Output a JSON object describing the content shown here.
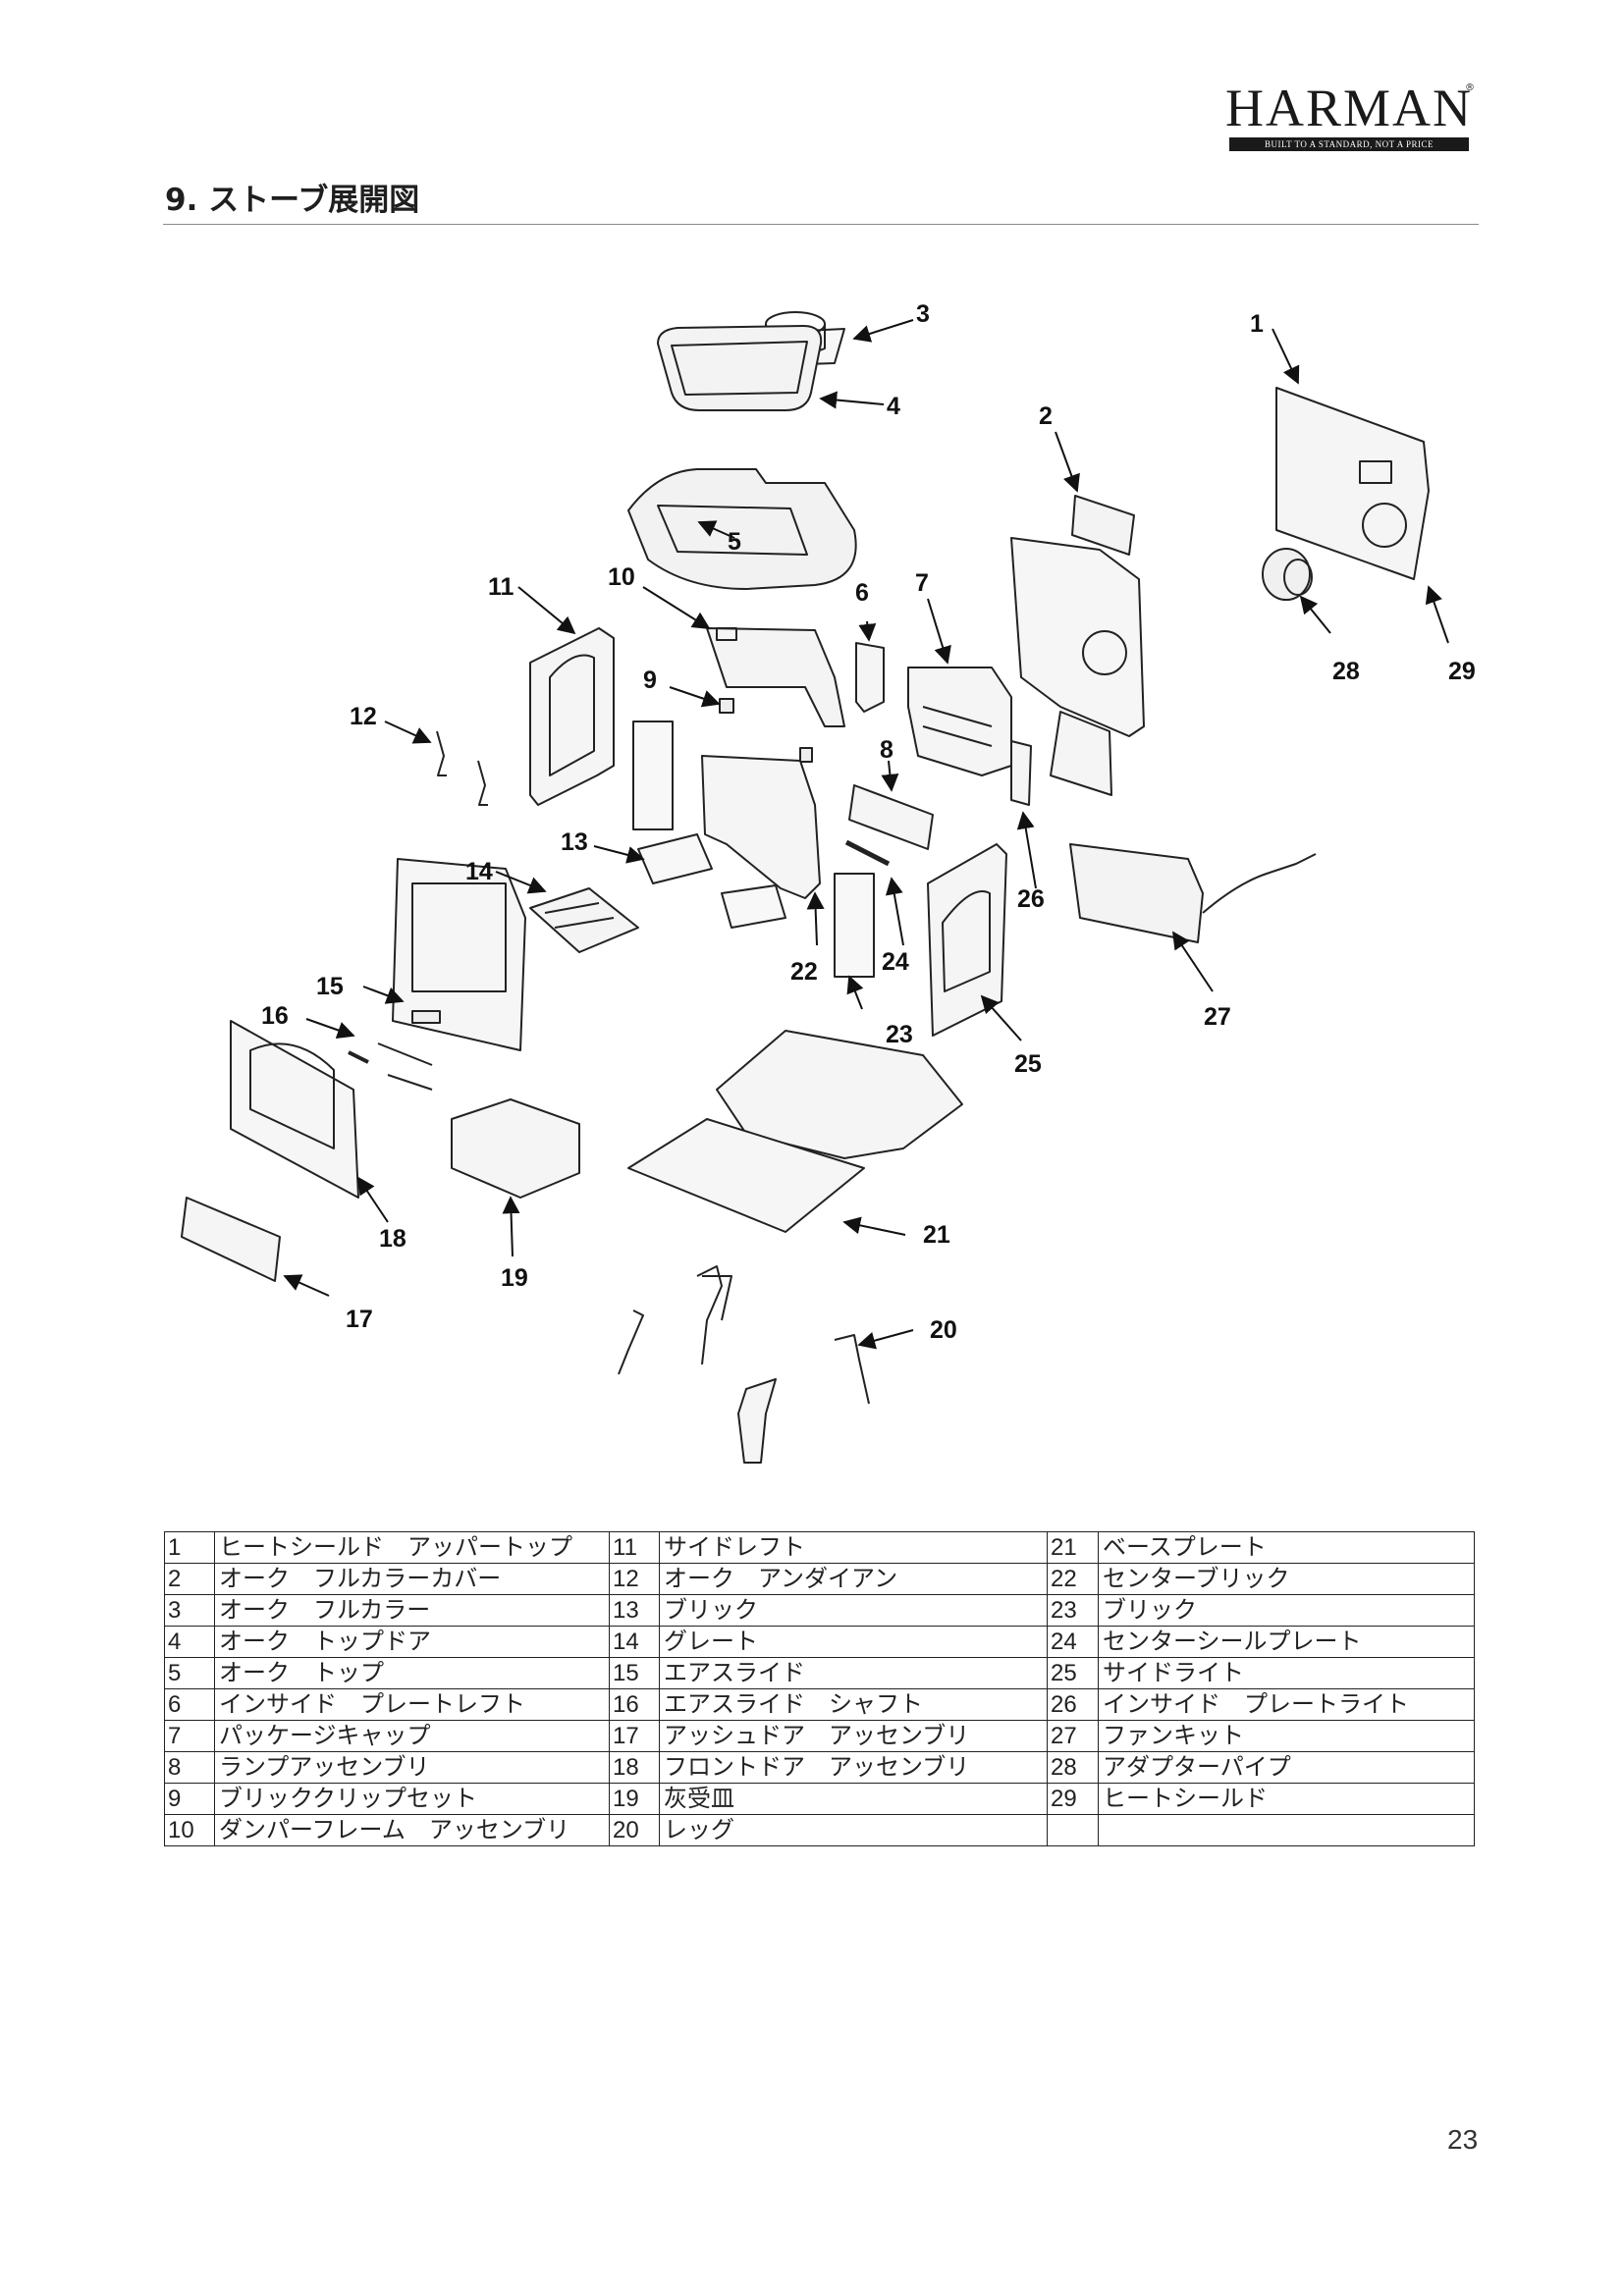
{
  "brand": {
    "name": "HARMAN",
    "registered_mark": "®",
    "tagline": "BUILT TO A STANDARD, NOT A PRICE"
  },
  "section_title": "9. ストーブ展開図",
  "diagram": {
    "part_labels": [
      "1",
      "2",
      "3",
      "4",
      "5",
      "6",
      "7",
      "8",
      "9",
      "10",
      "11",
      "12",
      "13",
      "14",
      "15",
      "16",
      "17",
      "18",
      "19",
      "20",
      "21",
      "22",
      "23",
      "24",
      "25",
      "26",
      "27",
      "28",
      "29"
    ]
  },
  "parts_table": {
    "rows": [
      [
        {
          "n": "1",
          "name": "ヒートシールド　アッパートップ"
        },
        {
          "n": "11",
          "name": "サイドレフト"
        },
        {
          "n": "21",
          "name": "ベースプレート"
        }
      ],
      [
        {
          "n": "2",
          "name": "オーク　フルカラーカバー"
        },
        {
          "n": "12",
          "name": "オーク　アンダイアン"
        },
        {
          "n": "22",
          "name": "センターブリック"
        }
      ],
      [
        {
          "n": "3",
          "name": "オーク　フルカラー"
        },
        {
          "n": "13",
          "name": "ブリック"
        },
        {
          "n": "23",
          "name": "ブリック"
        }
      ],
      [
        {
          "n": "4",
          "name": "オーク　トップドア"
        },
        {
          "n": "14",
          "name": "グレート"
        },
        {
          "n": "24",
          "name": "センターシールプレート"
        }
      ],
      [
        {
          "n": "5",
          "name": "オーク　トップ"
        },
        {
          "n": "15",
          "name": "エアスライド"
        },
        {
          "n": "25",
          "name": "サイドライト"
        }
      ],
      [
        {
          "n": "6",
          "name": "インサイド　プレートレフト"
        },
        {
          "n": "16",
          "name": "エアスライド　シャフト"
        },
        {
          "n": "26",
          "name": "インサイド　プレートライト"
        }
      ],
      [
        {
          "n": "7",
          "name": "パッケージキャップ"
        },
        {
          "n": "17",
          "name": "アッシュドア　アッセンブリ"
        },
        {
          "n": "27",
          "name": "ファンキット"
        }
      ],
      [
        {
          "n": "8",
          "name": "ランプアッセンブリ"
        },
        {
          "n": "18",
          "name": "フロントドア　アッセンブリ"
        },
        {
          "n": "28",
          "name": "アダプターパイプ"
        }
      ],
      [
        {
          "n": "9",
          "name": "ブリッククリップセット"
        },
        {
          "n": "19",
          "name": "灰受皿"
        },
        {
          "n": "29",
          "name": "ヒートシールド"
        }
      ],
      [
        {
          "n": "10",
          "name": "ダンパーフレーム　アッセンブリ"
        },
        {
          "n": "20",
          "name": "レッグ"
        },
        {
          "n": "",
          "name": ""
        }
      ]
    ]
  },
  "page_number": "23"
}
